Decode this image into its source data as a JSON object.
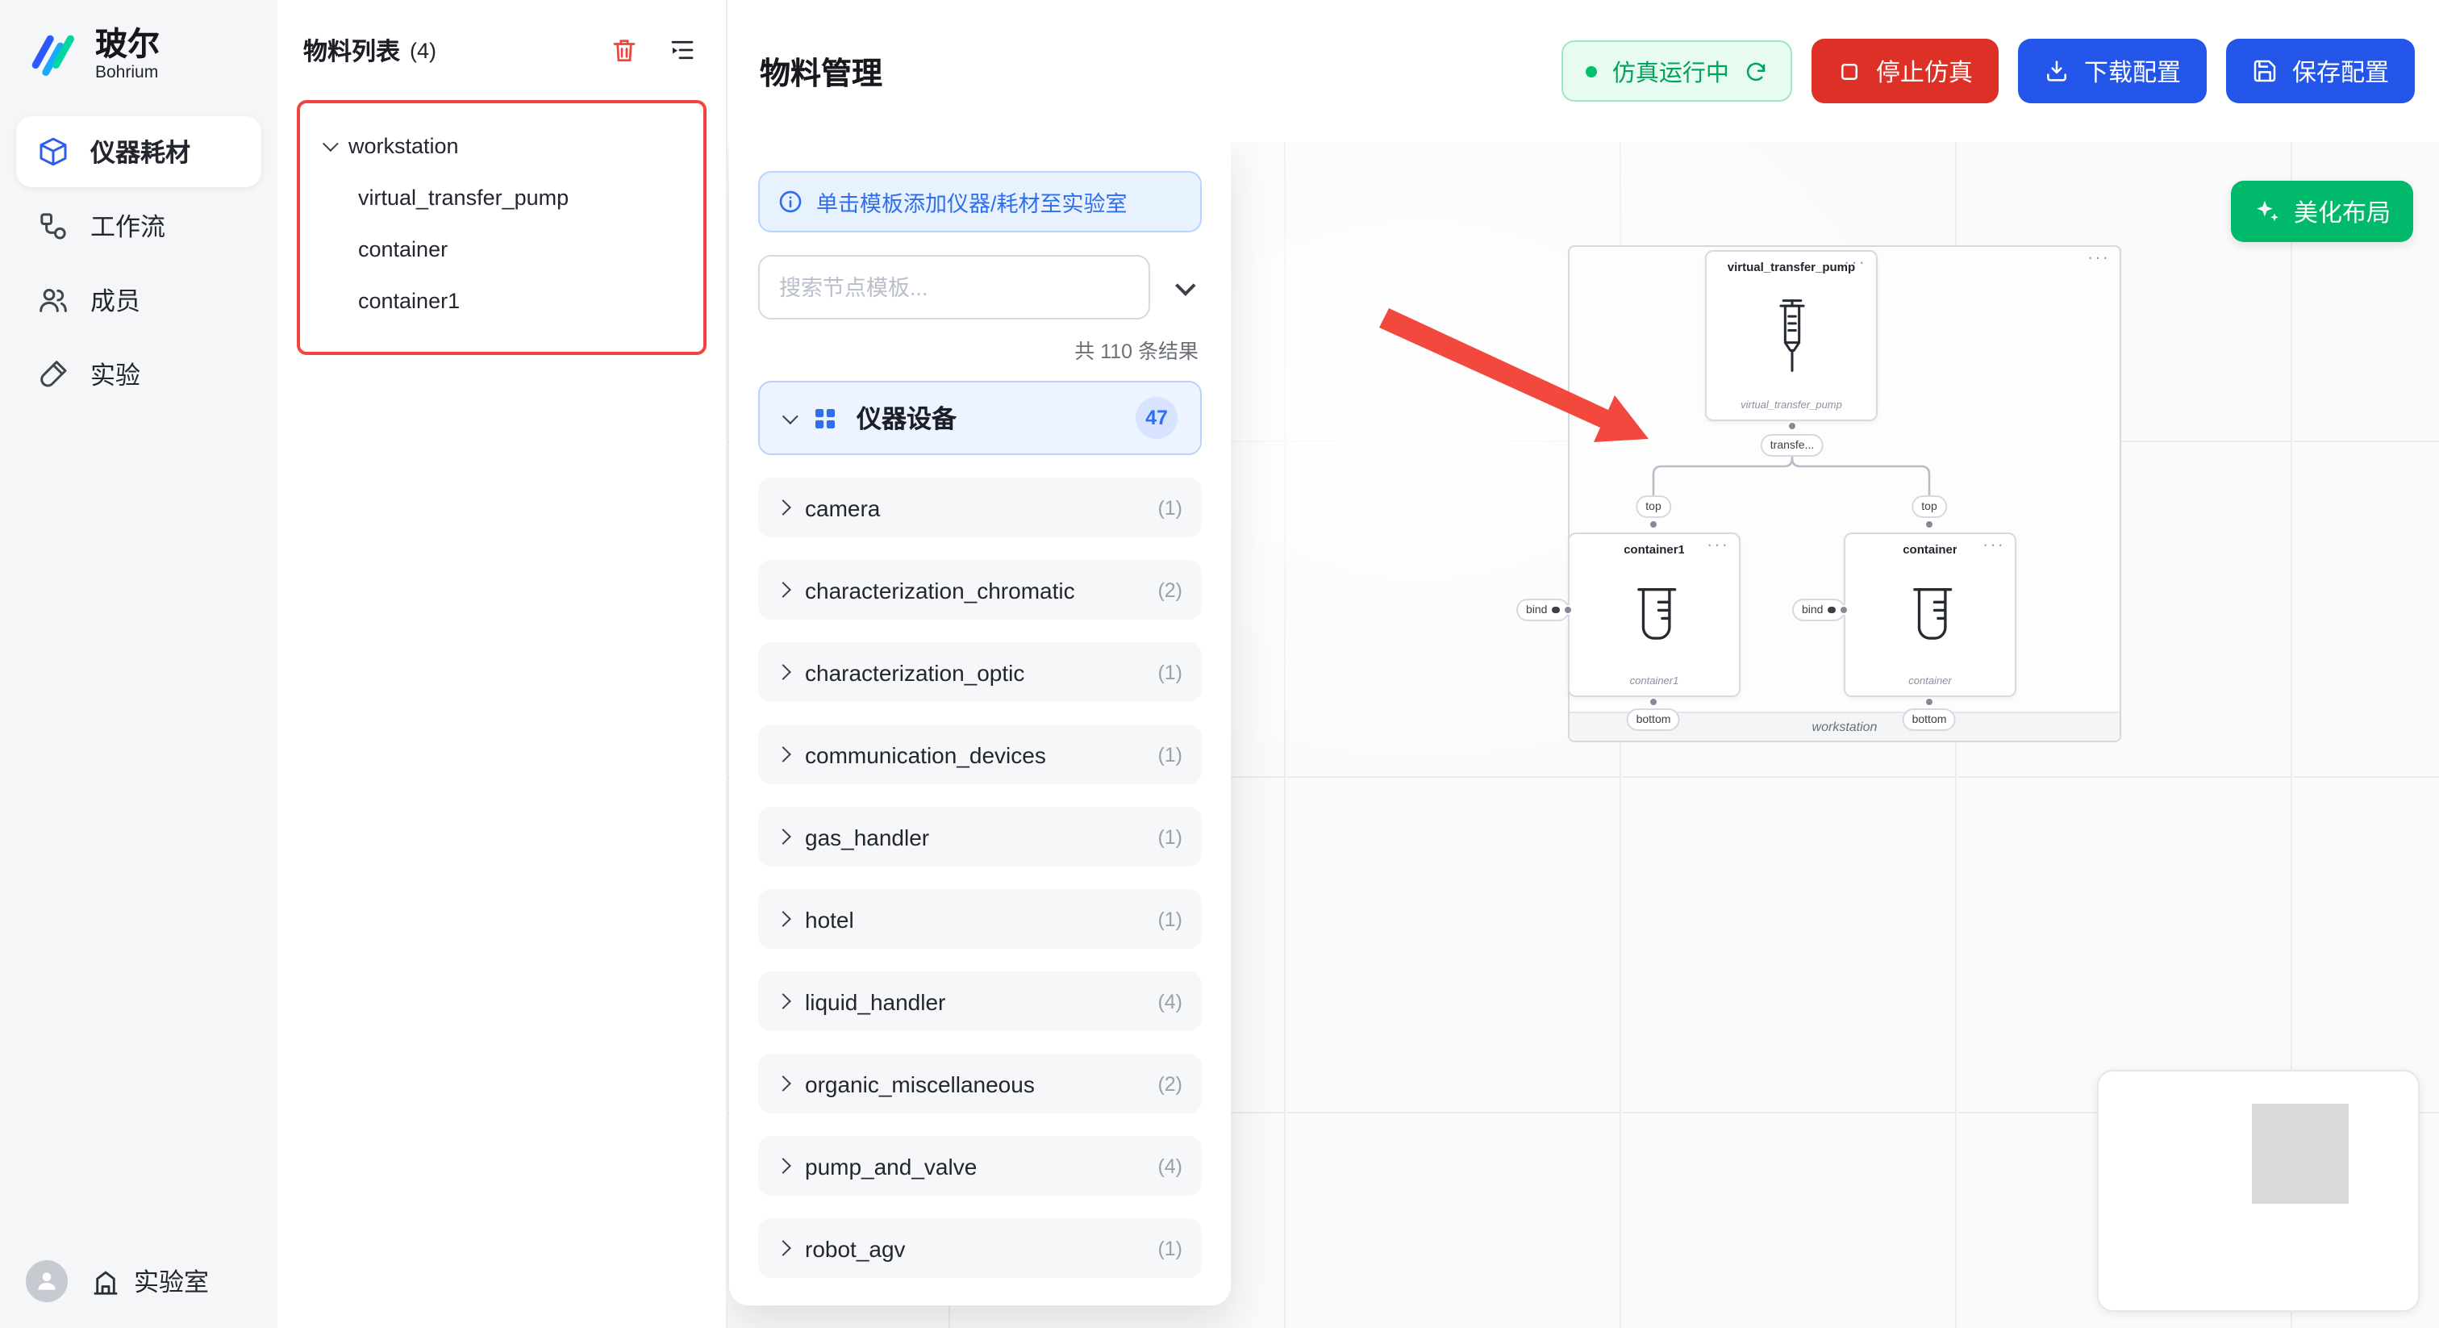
{
  "colors": {
    "primary_blue": "#2356e8",
    "brand_blue": "#2d5ef0",
    "danger_red": "#dd3026",
    "success_green": "#00b96b",
    "running_green": "#00a35c",
    "highlight_red": "#f2453d",
    "arrow_red": "#f23a2f"
  },
  "sidebar": {
    "brand": {
      "name": "玻尔",
      "sub": "Bohrium"
    },
    "items": [
      {
        "label": "仪器耗材"
      },
      {
        "label": "工作流"
      },
      {
        "label": "成员"
      },
      {
        "label": "实验"
      }
    ],
    "footer": {
      "lab_label": "实验室"
    }
  },
  "materials": {
    "title": "物料列表",
    "count": "(4)",
    "tree": {
      "root": "workstation",
      "children": [
        {
          "label": "virtual_transfer_pump"
        },
        {
          "label": "container"
        },
        {
          "label": "container1"
        }
      ]
    }
  },
  "topbar": {
    "title": "物料管理",
    "running_label": "仿真运行中",
    "stop_label": "停止仿真",
    "download_label": "下载配置",
    "save_label": "保存配置"
  },
  "templates": {
    "banner": "单击模板添加仪器/耗材至实验室",
    "search_placeholder": "搜索节点模板...",
    "results": "共 110 条结果",
    "group": {
      "label": "仪器设备",
      "badge": "47"
    },
    "categories": [
      {
        "label": "camera",
        "count": "(1)"
      },
      {
        "label": "characterization_chromatic",
        "count": "(2)"
      },
      {
        "label": "characterization_optic",
        "count": "(1)"
      },
      {
        "label": "communication_devices",
        "count": "(1)"
      },
      {
        "label": "gas_handler",
        "count": "(1)"
      },
      {
        "label": "hotel",
        "count": "(1)"
      },
      {
        "label": "liquid_handler",
        "count": "(4)"
      },
      {
        "label": "organic_miscellaneous",
        "count": "(2)"
      },
      {
        "label": "pump_and_valve",
        "count": "(4)"
      },
      {
        "label": "robot_agv",
        "count": "(1)"
      }
    ]
  },
  "canvas": {
    "beautify_label": "美化布局",
    "workstation_label": "workstation",
    "more": "···",
    "nodes": {
      "pump": {
        "title": "virtual_transfer_pump",
        "caption": "virtual_transfer_pump",
        "port_label": "transfe..."
      },
      "container1": {
        "title": "container1",
        "caption": "container1"
      },
      "container": {
        "title": "container",
        "caption": "container"
      }
    },
    "ports": {
      "top": "top",
      "bottom": "bottom",
      "bind": "bind"
    }
  }
}
